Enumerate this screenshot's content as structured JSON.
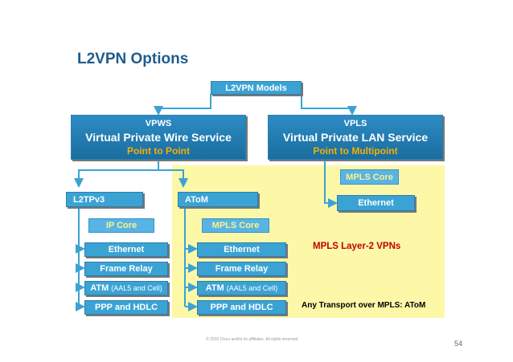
{
  "title": "L2VPN Options",
  "root": "L2VPN Models",
  "vpws": {
    "line1": "VPWS",
    "line2": "Virtual Private Wire Service",
    "line3": "Point to Point"
  },
  "vpls": {
    "line1": "VPLS",
    "line2": "Virtual Private LAN Service",
    "line3": "Point to Multipoint"
  },
  "l2tpv3": {
    "label": "L2TPv3",
    "core": "IP Core"
  },
  "atom": {
    "label": "AToM",
    "core": "MPLS Core"
  },
  "vpls_branch": {
    "core": "MPLS Core",
    "ethernet": "Ethernet"
  },
  "transports": [
    {
      "bold": "Ethernet",
      "normal": ""
    },
    {
      "bold": "Frame Relay",
      "normal": ""
    },
    {
      "bold": "ATM",
      "normal": "(AAL5 and Cell)"
    },
    {
      "bold": "PPP and HDLC",
      "normal": ""
    }
  ],
  "mpls_label": "MPLS Layer-2 VPNs",
  "atom_label": "Any Transport over MPLS: AToM",
  "footer": "© 2010 Cisco and/or its affiliates. All rights reserved.",
  "page_number": "54",
  "colors": {
    "box": "#3ba3d4",
    "header_gradient": [
      "#2d8cc4",
      "#1a6d9f"
    ],
    "highlight": "#fcf8a8",
    "accent_red": "#c00000",
    "title": "#1f5c8c"
  }
}
